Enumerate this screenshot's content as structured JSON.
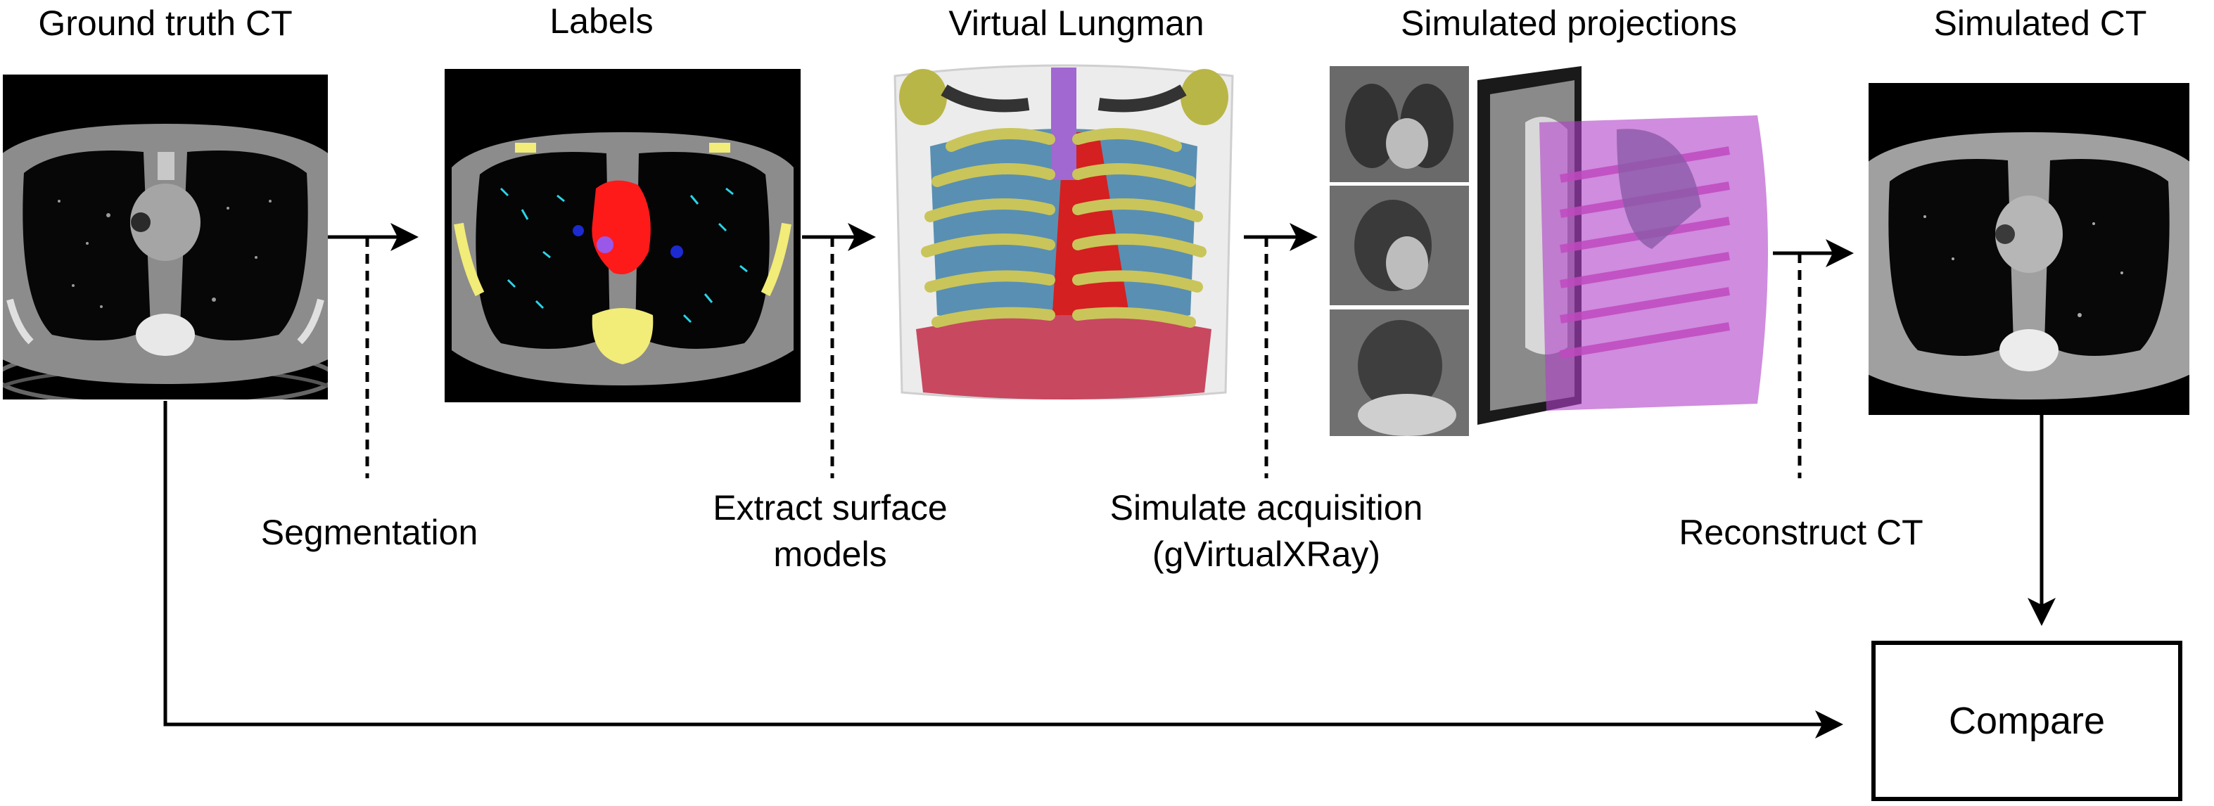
{
  "stages": {
    "ground_truth_title": "Ground truth CT",
    "labels_title": "Labels",
    "lungman_title": "Virtual Lungman",
    "projections_title": "Simulated projections",
    "simulated_ct_title": "Simulated CT"
  },
  "steps": {
    "segmentation": "Segmentation",
    "extract_line1": "Extract surface",
    "extract_line2": "models",
    "simulate_line1": "Simulate acquisition",
    "simulate_line2": "(gVirtualXRay)",
    "reconstruct": "Reconstruct CT"
  },
  "compare_label": "Compare",
  "colors": {
    "ct_background": "#000000",
    "ct_tissue": "#8a8a8a",
    "label_heart": "#ff0000",
    "label_vessels": "#2ad4e8",
    "label_bone": "#f2ec78",
    "label_airway": "#9a58e8",
    "model_ribs": "#c9c55a",
    "model_heart": "#d42020",
    "model_diaphragm": "#c84860",
    "projection_overlay": "#b040c8"
  }
}
